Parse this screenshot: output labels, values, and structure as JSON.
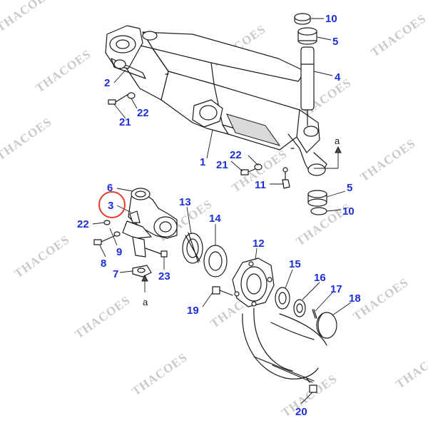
{
  "watermark": "THACOES",
  "highlight_color": "#e33b2e",
  "callout_color": "#1c2fd6",
  "callouts": {
    "p1": "1",
    "p2": "2",
    "p3": "3",
    "p4": "4",
    "p5a": "5",
    "p5b": "5",
    "p6": "6",
    "p7": "7",
    "p8": "8",
    "p9": "9",
    "p10a": "10",
    "p10b": "10",
    "p11": "11",
    "p12": "12",
    "p13": "13",
    "p14": "14",
    "p15": "15",
    "p16": "16",
    "p17": "17",
    "p18": "18",
    "p19": "19",
    "p20": "20",
    "p21a": "21",
    "p21b": "21",
    "p22a": "22",
    "p22b": "22",
    "p22c": "22",
    "p23": "23"
  },
  "refs": {
    "a_top": "a",
    "a_bottom": "a"
  },
  "highlighted_part": "3"
}
